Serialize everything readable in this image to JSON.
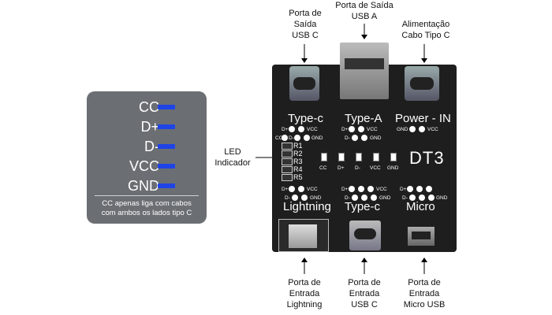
{
  "legend": {
    "rows": [
      {
        "label": "CC"
      },
      {
        "label": "D+"
      },
      {
        "label": "D-"
      },
      {
        "label": "VCC"
      },
      {
        "label": "GND"
      }
    ],
    "note_line1": "CC apenas liga com cabos",
    "note_line2": "com ambos os lados tipo C",
    "bar_color": "#1f44e6"
  },
  "callouts": {
    "top_left": [
      "Porta de",
      "Saída",
      "USB C"
    ],
    "top_center": [
      "Porta de Saída",
      "USB A"
    ],
    "top_right": [
      "Alimentação",
      "Cabo Tipo C"
    ],
    "led": [
      "LED",
      "Indicador"
    ],
    "bottom_left": [
      "Porta de",
      "Entrada",
      "Lightning"
    ],
    "bottom_center": [
      "Porta de",
      "Entrada",
      "USB C"
    ],
    "bottom_right": [
      "Porta de",
      "Entrada",
      "Micro USB"
    ]
  },
  "board": {
    "section_top": [
      "Type-c",
      "Type-A",
      "Power - IN"
    ],
    "section_bottom": [
      "Lightning",
      "Type-c",
      "Micro"
    ],
    "model": "DT3",
    "pins": {
      "dplus": "D+",
      "dminus": "D-",
      "vcc": "VCC",
      "gnd": "GND",
      "cc": "CC"
    },
    "resistors": [
      "R1",
      "R2",
      "R3",
      "R4",
      "R5"
    ],
    "led_labels": [
      "CC",
      "D+",
      "D-",
      "VCC",
      "GND"
    ]
  }
}
